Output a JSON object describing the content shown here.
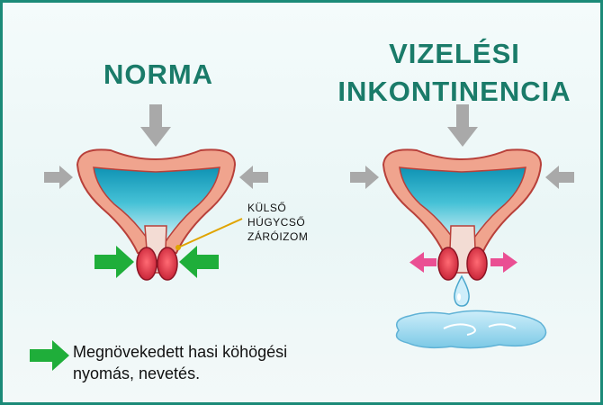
{
  "panels": {
    "left_title": "NORMA",
    "right_title_line1": "VIZELÉSI",
    "right_title_line2": "INKONTINENCIA"
  },
  "sphincter_label": [
    "KÜLSŐ",
    "HÚGYCSŐ",
    "ZÁRÓIZOM"
  ],
  "legend": {
    "line1": "Megnövekedett hasi köhögési",
    "line2": "nyomás, nevetés."
  },
  "colors": {
    "title": "#1a7b69",
    "bladder_wall": "#f0a48e",
    "bladder_outline": "#b8403a",
    "urine": "#3fb9cf",
    "gray_arrow": "#a9a9a9",
    "green_arrow": "#1fae3a",
    "pink_arrow": "#ea4f93",
    "sphincter": "#e03a48",
    "puddle": "#a9ddf0"
  }
}
